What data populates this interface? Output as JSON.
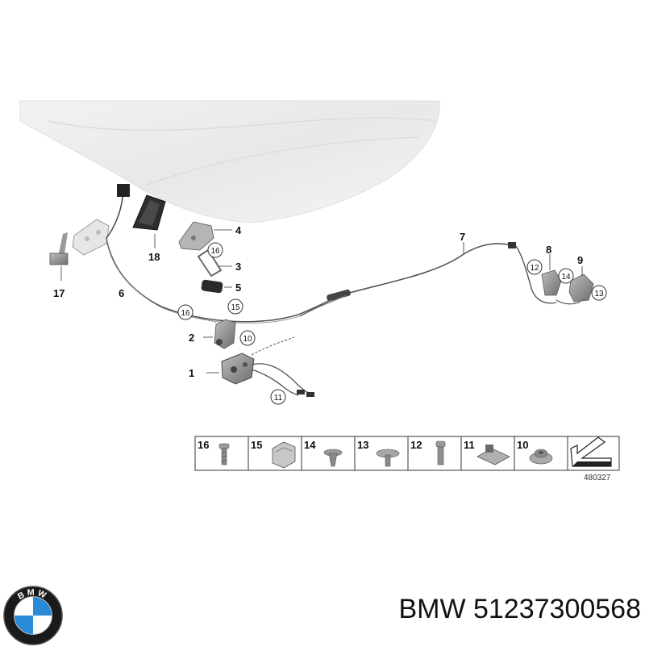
{
  "callouts": {
    "c1": "1",
    "c2": "2",
    "c3": "3",
    "c4": "4",
    "c5": "5",
    "c6": "6",
    "c7": "7",
    "c8": "8",
    "c9": "9",
    "c17": "17",
    "c18": "18"
  },
  "circled": {
    "k16a": "16",
    "k16b": "16",
    "k15": "15",
    "k10": "10",
    "k11": "11",
    "k12": "12",
    "k14": "14",
    "k13": "13"
  },
  "parts_table": [
    "16",
    "15",
    "14",
    "13",
    "12",
    "11",
    "10"
  ],
  "document_number": "480327",
  "caption": {
    "brand": "BMW",
    "part_number": "51237300568"
  },
  "logo": {
    "text": "BMW",
    "colors": {
      "blue": "#2b8ad6",
      "white": "#ffffff",
      "ring": "#1a1a1a"
    }
  }
}
